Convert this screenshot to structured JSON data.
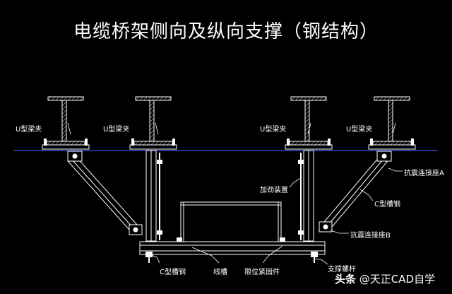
{
  "title": "电缆桥架侧向及纵向支撑（钢结构）",
  "labels": {
    "u_clamp": "U型梁夹",
    "stiffener": "加劲装置",
    "seismic_a": "抗震连接座A",
    "c_channel": "C型槽钢",
    "seismic_b": "抗震连接座B",
    "tray": "线槽",
    "limit_fastener": "限位紧固件",
    "support_rod": "支撑螺杆"
  },
  "watermark": {
    "prefix": "头条",
    "handle": "@天正CAD自学"
  },
  "colors": {
    "background": "#000000",
    "lines": "#ffffff",
    "beam_line": "#3344cc"
  }
}
